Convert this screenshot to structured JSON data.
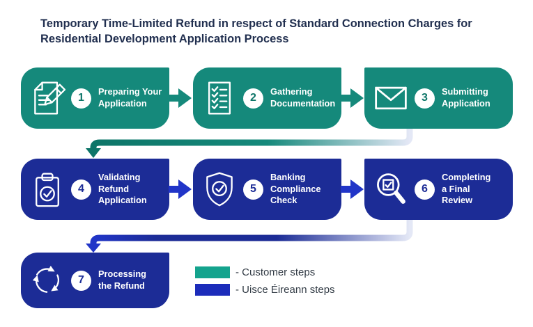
{
  "title": {
    "lines": [
      "Temporary Time-Limited Refund in respect of Standard Connection Charges for",
      "Residential Development Application Process"
    ]
  },
  "steps": [
    {
      "number": "1",
      "lines": [
        "Preparing Your",
        "Application"
      ],
      "icon": "document-pencil-icon",
      "group": "customer"
    },
    {
      "number": "2",
      "lines": [
        "Gathering",
        "Documentation"
      ],
      "icon": "checklist-icon",
      "group": "customer"
    },
    {
      "number": "3",
      "lines": [
        "Submitting",
        "Application"
      ],
      "icon": "envelope-icon",
      "group": "customer"
    },
    {
      "number": "4",
      "lines": [
        "Validating",
        "Refund",
        "Application"
      ],
      "icon": "clipboard-check-icon",
      "group": "uisce-eireann"
    },
    {
      "number": "5",
      "lines": [
        "Banking",
        "Compliance",
        "Check"
      ],
      "icon": "shield-check-icon",
      "group": "uisce-eireann"
    },
    {
      "number": "6",
      "lines": [
        "Completing",
        "a Final",
        "Review"
      ],
      "icon": "magnifier-check-icon",
      "group": "uisce-eireann"
    },
    {
      "number": "7",
      "lines": [
        "Processing",
        "the Refund"
      ],
      "icon": "refresh-arrows-icon",
      "group": "uisce-eireann"
    }
  ],
  "legend": {
    "items": [
      {
        "label": "- Customer steps",
        "swatch_color": "#14A38D"
      },
      {
        "label": "- Uisce Éireann steps",
        "swatch_color": "#1C2CBA"
      }
    ]
  },
  "colors": {
    "teal": "#15897B",
    "teal_dark": "#0D7568",
    "blue": "#1C2C96",
    "blue_bright": "#2135C8",
    "legend_teal": "#14A38D",
    "legend_blue": "#1C2CBA",
    "fade": "#E4E8F6",
    "title_text": "#212F4F",
    "legend_text": "#333C46"
  }
}
